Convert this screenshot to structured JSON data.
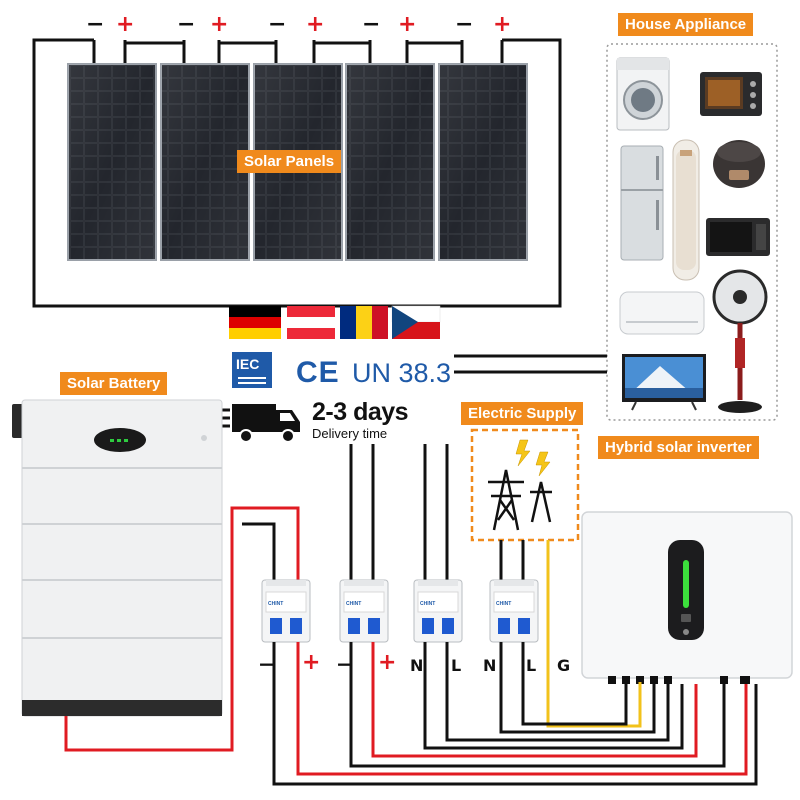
{
  "labels": {
    "house_appliance": "House Appliance",
    "solar_panels": "Solar Panels",
    "solar_battery": "Solar Battery",
    "electric_supply": "Electric Supply",
    "hybrid_inverter": "Hybrid solar inverter"
  },
  "polarity": {
    "minus": "−",
    "plus": "+"
  },
  "breaker_terminals": [
    "−",
    "+",
    "−",
    "+",
    "N",
    "L",
    "N",
    "L",
    "G"
  ],
  "certifications": {
    "iec": "IEC",
    "ce": "CE",
    "un": "UN 38.3"
  },
  "flags": [
    "Germany",
    "Austria",
    "Romania",
    "Czech Republic"
  ],
  "delivery": {
    "main": "2-3 days",
    "sub": "Delivery time"
  },
  "breaker_brand": "CHINT",
  "colors": {
    "accent": "#f08a1c",
    "positive_wire": "#e01b22",
    "negative_wire": "#111111",
    "earth_wire": "#f2c21b",
    "cert_blue": "#1f5aa8"
  }
}
